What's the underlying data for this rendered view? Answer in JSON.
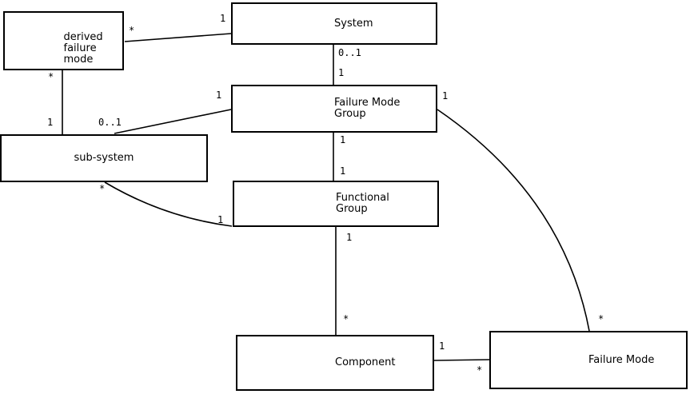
{
  "colors": {
    "background": "#ffffff",
    "line": "#000000",
    "box_border": "#000000",
    "box_fill": "#ffffff",
    "text": "#000000"
  },
  "entities": {
    "derived_failure_mode": {
      "lines": [
        "derived",
        "failure",
        "mode"
      ]
    },
    "system": {
      "label": "System"
    },
    "failure_mode_group": {
      "lines": [
        "Failure Mode",
        "Group"
      ]
    },
    "sub_system": {
      "label": "sub-system"
    },
    "functional_group": {
      "lines": [
        "Functional",
        "Group"
      ]
    },
    "component": {
      "label": "Component"
    },
    "failure_mode": {
      "label": "Failure Mode"
    }
  },
  "relations": [
    {
      "from": "derived failure mode",
      "to": "System",
      "from_mult": "*",
      "to_mult": "1"
    },
    {
      "from": "derived failure mode",
      "to": "sub-system",
      "from_mult": "*",
      "to_mult": "1"
    },
    {
      "from": "System",
      "to": "Failure Mode Group",
      "from_mult": "0..1",
      "to_mult": "1"
    },
    {
      "from": "sub-system",
      "to": "Failure Mode Group",
      "from_mult": "0..1",
      "to_mult": "1"
    },
    {
      "from": "Failure Mode Group",
      "to": "Functional Group",
      "from_mult": "1",
      "to_mult": "1"
    },
    {
      "from": "sub-system",
      "to": "Functional Group",
      "from_mult": "*",
      "to_mult": "1"
    },
    {
      "from": "Functional Group",
      "to": "Component",
      "from_mult": "1",
      "to_mult": "*"
    },
    {
      "from": "Component",
      "to": "Failure Mode",
      "from_mult": "1",
      "to_mult": "*"
    },
    {
      "from": "Failure Mode Group",
      "to": "Failure Mode",
      "from_mult": "1",
      "to_mult": "*"
    }
  ]
}
